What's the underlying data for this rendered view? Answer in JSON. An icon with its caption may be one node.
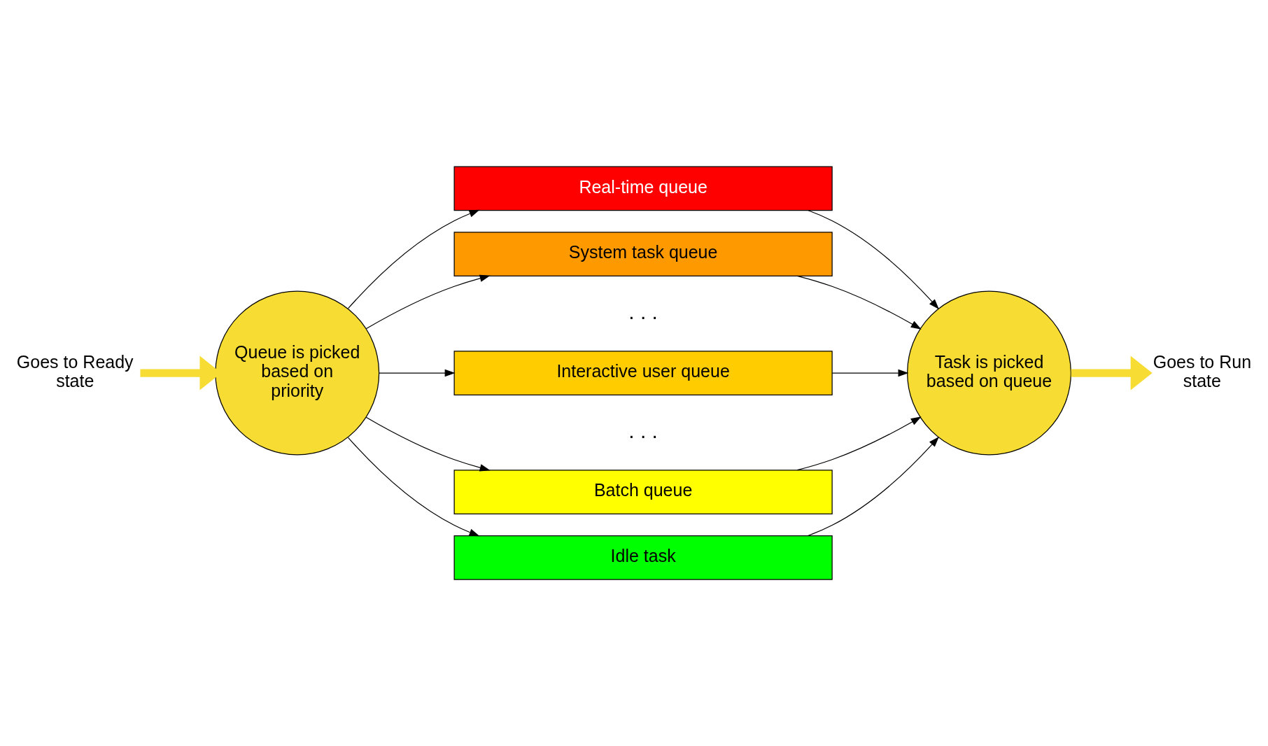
{
  "diagram": {
    "nodes": [
      {
        "text": [
          "Queue is picked based on priority"
        ]
      },
      {
        "text": [
          "Real-time queue"
        ]
      },
      {
        "text": [
          "System task queue"
        ]
      },
      {
        "text": [
          "Interactive user queue"
        ]
      },
      {
        "text": [
          "Batch queue"
        ]
      },
      {
        "text": [
          "Idle task"
        ]
      },
      {
        "text": [
          "Task is picked based on queue"
        ]
      },
      {
        "text": [
          "Goes to Ready state"
        ]
      },
      {
        "text": [
          "Goes to Run state"
        ]
      }
    ],
    "edges": [
      {
        "from": 0,
        "to": 1,
        "arrow": "to"
      },
      {
        "from": 0,
        "to": 2,
        "arrow": "to"
      },
      {
        "from": 0,
        "to": 3,
        "arrow": "to"
      },
      {
        "from": 0,
        "to": 4,
        "arrow": "to"
      },
      {
        "from": 0,
        "to": 5,
        "arrow": "to"
      },
      {
        "from": 1,
        "to": 6,
        "arrow": "to"
      },
      {
        "from": 2,
        "to": 6,
        "arrow": "to"
      },
      {
        "from": 3,
        "to": 6,
        "arrow": "to"
      },
      {
        "from": 4,
        "to": 6,
        "arrow": "to"
      },
      {
        "from": 5,
        "to": 6,
        "arrow": "to"
      },
      {
        "from": 7,
        "to": 0,
        "arrow": "to",
        "style": "thick",
        "color": "#f7dc33"
      },
      {
        "from": 6,
        "to": 8,
        "arrow": "to",
        "style": "thick",
        "color": "#f7dc33"
      }
    ],
    "labels": [
      ". . .",
      ". . ."
    ]
  }
}
